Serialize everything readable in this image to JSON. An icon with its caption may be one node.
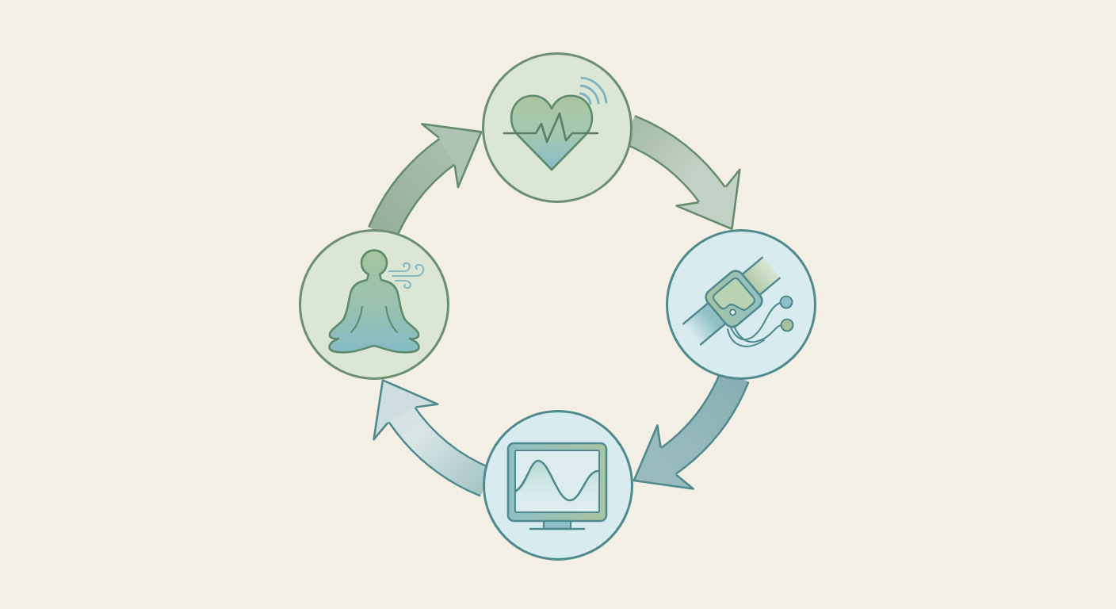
{
  "diagram": {
    "nodes": [
      {
        "text": [],
        "shape": "circle"
      },
      {
        "text": [],
        "shape": "circle"
      },
      {
        "text": [],
        "shape": "circle"
      },
      {
        "text": [],
        "shape": "circle"
      }
    ],
    "edges": [
      {
        "from": 0,
        "to": 1,
        "arrow": "to"
      },
      {
        "from": 1,
        "to": 2,
        "arrow": "to",
        "color": "#4f8a8f"
      },
      {
        "from": 2,
        "to": 3,
        "arrow": "to",
        "color": "#4f8a8f"
      },
      {
        "from": 3,
        "to": 0,
        "arrow": "to"
      }
    ]
  }
}
